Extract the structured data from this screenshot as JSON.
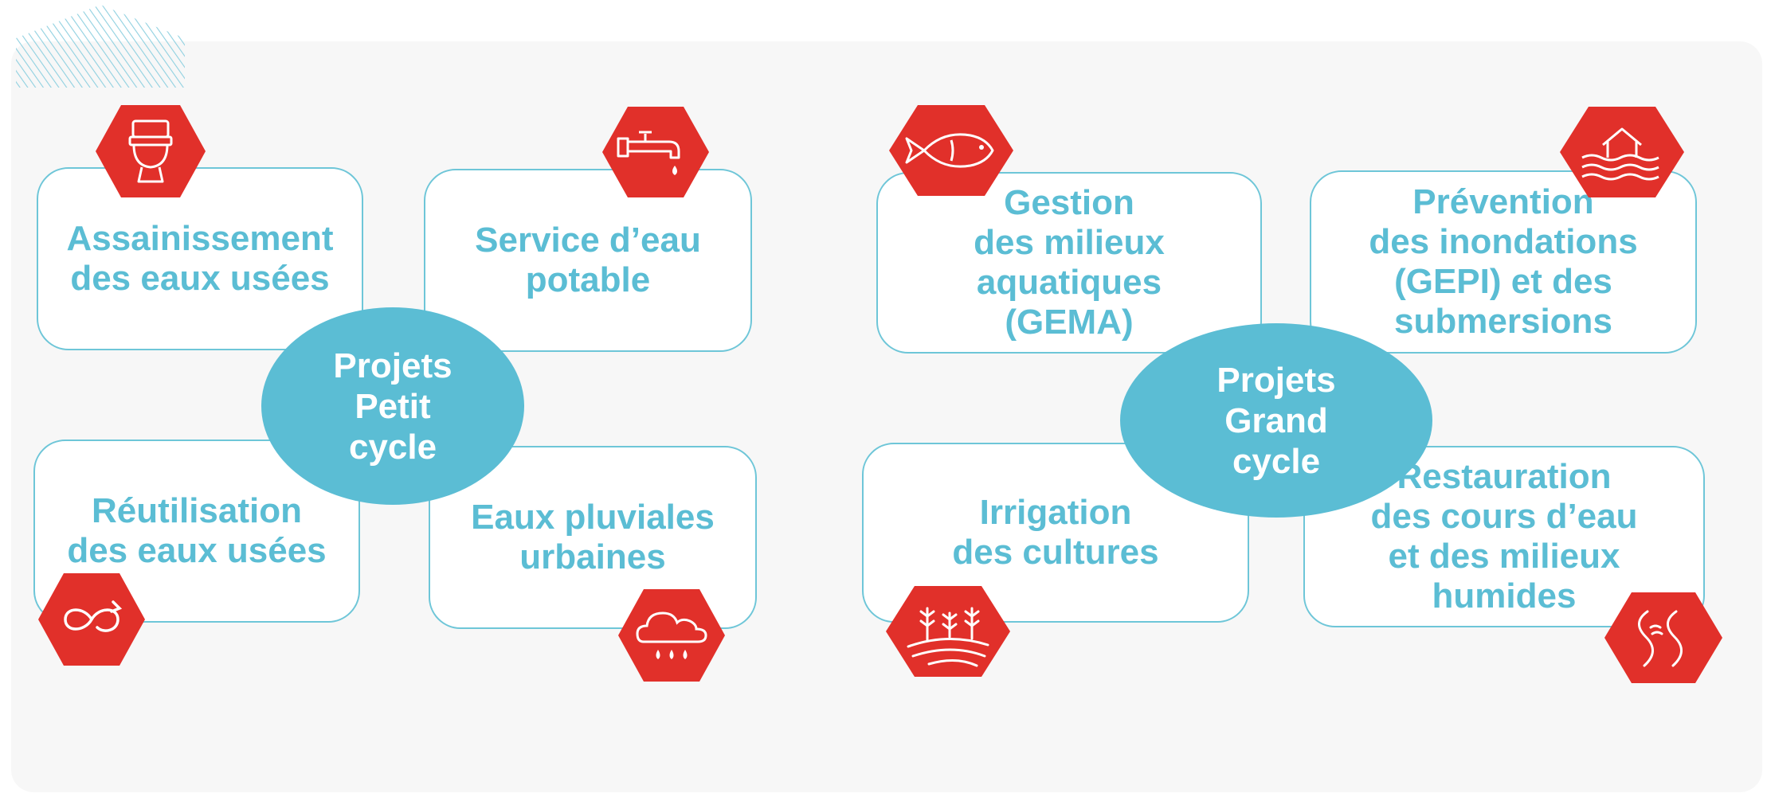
{
  "colors": {
    "accent": "#5bbdd4",
    "icon_bg": "#e1302a",
    "card_border": "#6ec6d8",
    "panel": "#f7f7f7"
  },
  "petit_cycle": {
    "center": "Projets\nPetit\ncycle",
    "cards": [
      {
        "label": "Assainissement\ndes eaux usées",
        "icon": "toilet-icon"
      },
      {
        "label": "Service d’eau\npotable",
        "icon": "water-tap-icon"
      },
      {
        "label": "Réutilisation\ndes eaux usées",
        "icon": "recycle-loop-icon"
      },
      {
        "label": "Eaux pluviales\nurbaines",
        "icon": "rain-cloud-icon"
      }
    ]
  },
  "grand_cycle": {
    "center": "Projets\nGrand\ncycle",
    "cards": [
      {
        "label": "Gestion\ndes milieux\naquatiques\n(GEMA)",
        "icon": "fish-icon"
      },
      {
        "label": "Prévention\ndes inondations\n(GEPI) et des\nsubmersions",
        "icon": "flooded-house-icon"
      },
      {
        "label": "Irrigation\ndes cultures",
        "icon": "crops-field-icon"
      },
      {
        "label": "Restauration\ndes cours d’eau\net des milieux\nhumides",
        "icon": "river-icon"
      }
    ]
  }
}
